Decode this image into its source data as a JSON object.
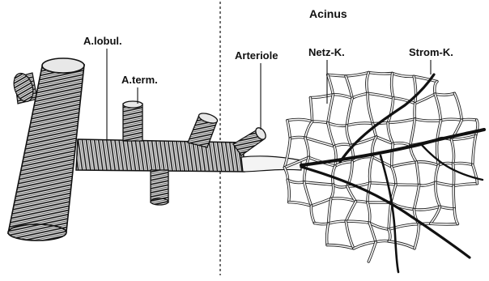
{
  "labels": {
    "acinus": "Acinus",
    "a_lobul": "A.lobul.",
    "a_term": "A.term.",
    "arteriole": "Arteriole",
    "netz_k": "Netz-K.",
    "strom_k": "Strom-K."
  },
  "colors": {
    "ink": "#111111",
    "background": "#ffffff"
  },
  "icons": [
    "coiled-artery-illustration",
    "capillary-network-illustration"
  ]
}
